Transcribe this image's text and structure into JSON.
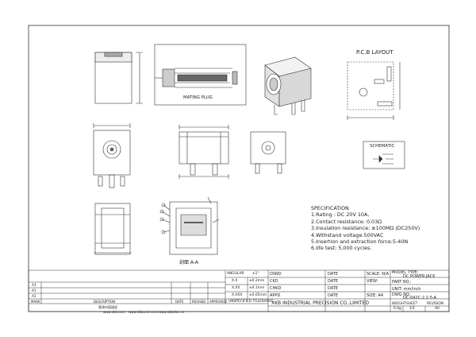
{
  "labels": {
    "mating_plug": "MATING PLUG",
    "pcb_layout": "P.C.B LAYOUT",
    "schematic": "SCHEMATIC",
    "section": "剖面 A-A"
  },
  "specification": {
    "title": "SPECIFICATION",
    "lines": [
      "1.Rating : DC 20V 10A,",
      "2.Contact resistance: 0.03Ω",
      "3.Insulation resistance: ≥100MΩ (DC250V)",
      "4.Withstand voltage:500VAC",
      "5.Insertion and extraction force:5-40N",
      "6.life test: 5,000 cycles."
    ]
  },
  "title_block": {
    "dsnd": "DSND",
    "ckd": "CKD",
    "chkd": "CHKD",
    "appd": "APPD",
    "date": "DATE",
    "scale": "SCALE: N/A",
    "view": "VIEW:",
    "size": "SIZE: A4",
    "model_type_label": "MODEL TYPE:",
    "model_type": "DC POWER JACK",
    "part_no_label": "PART NO.:",
    "unit": "UNIT: mm/inch",
    "dwg_no_label": "DWG NO.",
    "dwg_no": "DC-042C-2.2-5-A",
    "company": "XKB INDUSTRIAL PRECISION CO.,LIMITED",
    "weight_label": "WEIGHT",
    "weight": "0.0g",
    "sheet_label": "SHEET",
    "sheet": "1/1",
    "revision_label": "REVISION",
    "revision": "A0"
  },
  "tolerance": {
    "header_angular": "ANGULAR",
    "header_value": "±1°",
    "rows": [
      {
        "spec": "X.X",
        "tol": "±0.2mm"
      },
      {
        "spec": "X.XX",
        "tol": "±0.1mm"
      },
      {
        "spec": "X.XXX",
        "tol": "±0.05mm"
      }
    ],
    "unspecified": "UNSPECIFIED TOLERANCE"
  },
  "revision_table": {
    "rows": [
      "A1",
      "A1",
      "A1"
    ],
    "cols": [
      "MARK",
      "DESCRIPTION",
      "DATE",
      "REVISED",
      "APPROVED"
    ],
    "note": "更改内容描述"
  },
  "footer": {
    "links": [
      "www.xkb.com",
      "www.xkbconn.com",
      "www.xkbelec.cn"
    ]
  }
}
